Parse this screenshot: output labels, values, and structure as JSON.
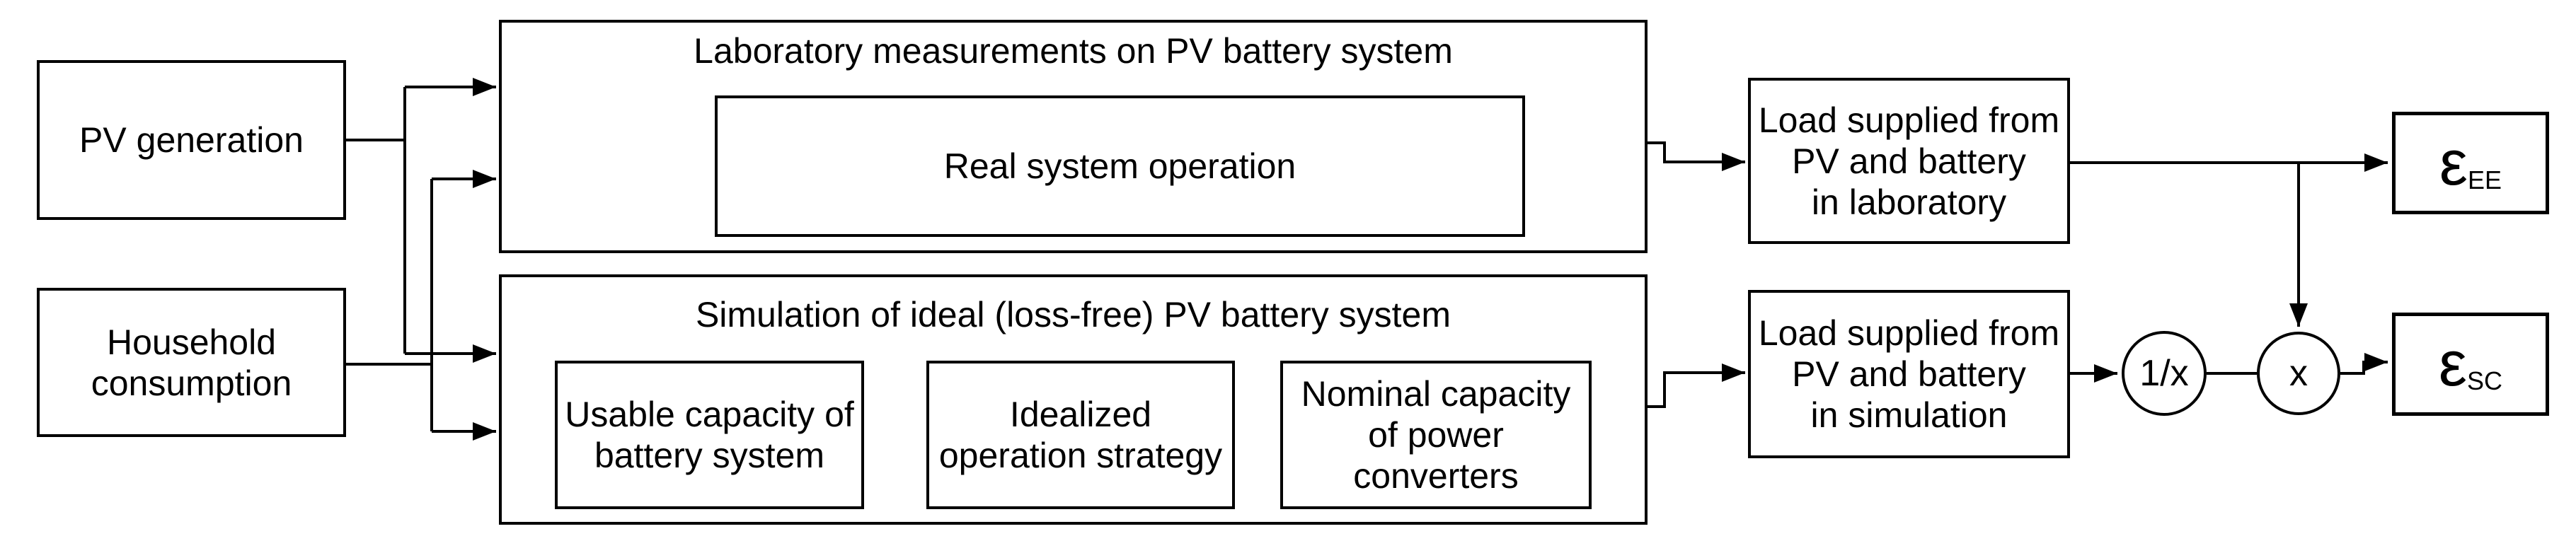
{
  "canvas": {
    "background": "#ffffff",
    "line_color": "#000000",
    "box_fill": "#ffffff"
  },
  "inputs": {
    "pv": {
      "label": "PV generation"
    },
    "household": {
      "lines": [
        "Household",
        "consumption"
      ]
    }
  },
  "laboratory": {
    "title": "Laboratory measurements on PV battery system",
    "real_system": {
      "label": "Real system operation"
    }
  },
  "simulation": {
    "title": "Simulation of ideal (loss-free) PV battery system",
    "usable_capacity": {
      "lines": [
        "Usable capacity of",
        "battery system"
      ]
    },
    "idealized_strategy": {
      "lines": [
        "Idealized",
        "operation strategy"
      ]
    },
    "nominal_capacity": {
      "lines": [
        "Nominal capacity",
        "of power",
        "converters"
      ]
    }
  },
  "loads": {
    "laboratory": {
      "lines": [
        "Load supplied from",
        "PV and battery",
        "in laboratory"
      ]
    },
    "simulation": {
      "lines": [
        "Load supplied from",
        "PV and battery",
        "in simulation"
      ]
    }
  },
  "operators": {
    "reciprocal": {
      "label": "1/x"
    },
    "multiply": {
      "label": "x"
    }
  },
  "metrics": {
    "energy_efficiency": {
      "symbol": "ε",
      "subscript": "EE"
    },
    "self_consumption": {
      "symbol": "ε",
      "subscript": "SC"
    }
  }
}
